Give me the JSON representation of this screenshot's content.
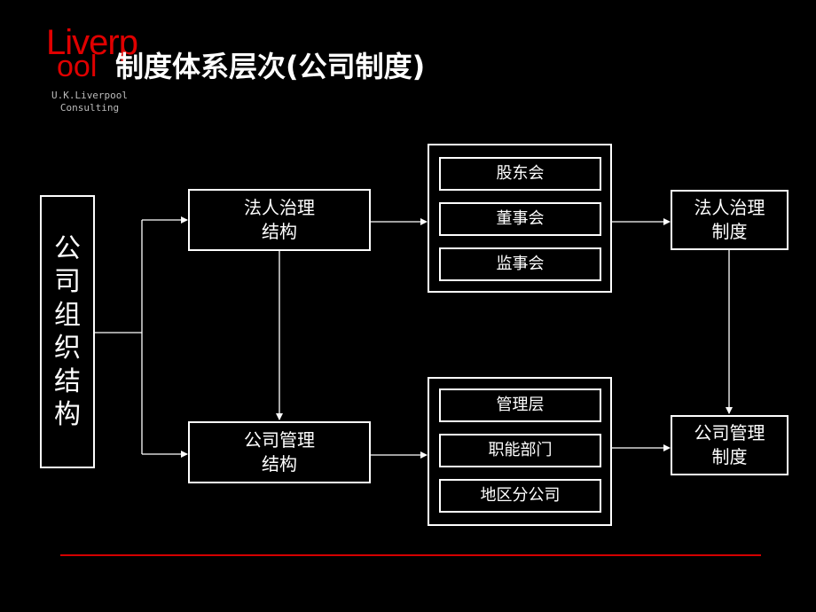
{
  "logo": {
    "word_line1": "Liverp",
    "word_line2": "ool",
    "subtitle_line1": "U.K.Liverpool",
    "subtitle_line2": "Consulting"
  },
  "title": "制度体系层次(公司制度)",
  "nodes": {
    "org": [
      "公",
      "司",
      "组",
      "织",
      "结",
      "构"
    ],
    "corp_gov_structure": [
      "法人治理",
      "结构"
    ],
    "mgmt_structure": [
      "公司管理",
      "结构"
    ],
    "corp_gov_system": [
      "法人治理",
      "制度"
    ],
    "mgmt_system": [
      "公司管理",
      "制度"
    ]
  },
  "groups": {
    "governance_bodies": [
      "股东会",
      "董事会",
      "监事会"
    ],
    "management_bodies": [
      "管理层",
      "职能部门",
      "地区分公司"
    ]
  },
  "colors": {
    "background": "#000000",
    "foreground": "#ffffff",
    "accent_red": "#d40000"
  }
}
